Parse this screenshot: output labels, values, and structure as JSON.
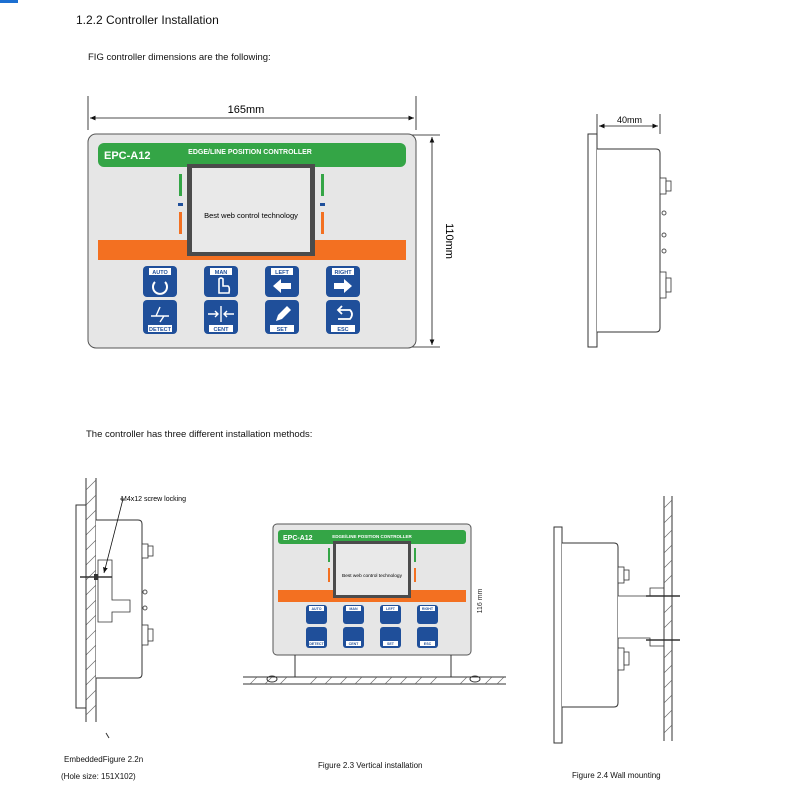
{
  "section_heading": "1.2.2 Controller Installation",
  "intro_text": "FIG controller dimensions are the following:",
  "front_view": {
    "width_label": "165mm",
    "height_label": "110mm",
    "model": "EPC-A12",
    "banner_title": "EDGE/LINE POSITION CONTROLLER",
    "screen_text": "Best web control technology",
    "buttons": [
      {
        "label": "AUTO",
        "icon": "power-cycle-icon"
      },
      {
        "label": "MAN",
        "icon": "hand-pointer-icon"
      },
      {
        "label": "LEFT",
        "icon": "arrow-left-icon"
      },
      {
        "label": "RIGHT",
        "icon": "arrow-right-icon"
      },
      {
        "label": "DETECT",
        "icon": "detect-icon"
      },
      {
        "label": "CENT",
        "icon": "center-icon"
      },
      {
        "label": "SET",
        "icon": "pencil-icon"
      },
      {
        "label": "ESC",
        "icon": "return-icon"
      }
    ]
  },
  "side_view": {
    "depth_label": "40mm"
  },
  "methods_text": "The controller has three different installation methods:",
  "embedded": {
    "screw_label": "M4x12 screw locking",
    "caption": "EmbeddedFigure 2.2n",
    "hole_size": "(Hole size: 151X102)"
  },
  "vertical": {
    "height_label": "116 mm",
    "caption": "Figure 2.3   Vertical installation"
  },
  "wall": {
    "caption": "Figure 2.4 Wall mounting"
  },
  "colors": {
    "green": "#34a546",
    "orange": "#f37021",
    "button_blue": "#1f4f9a",
    "panel": "#e6e6e6"
  }
}
